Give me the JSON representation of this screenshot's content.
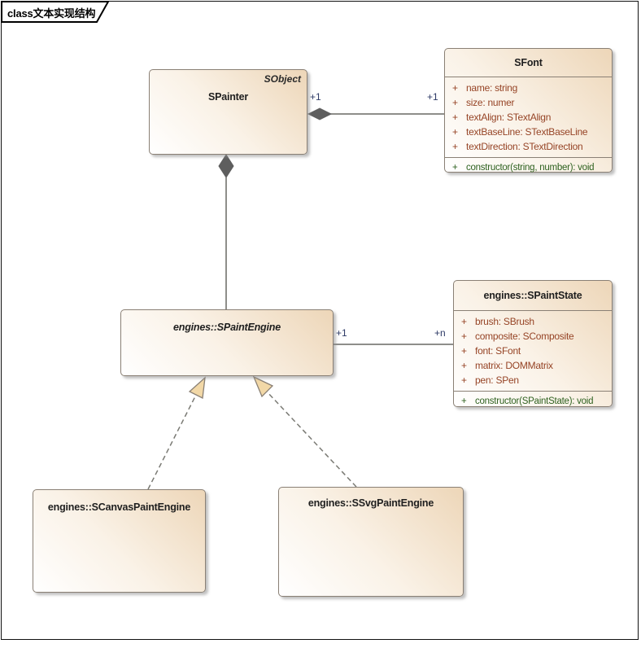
{
  "frame": {
    "title": "class文本实现结构"
  },
  "classes": {
    "spainter": {
      "name": "SPainter",
      "parent_annotation": "SObject"
    },
    "sfont": {
      "name": "SFont",
      "attributes": [
        {
          "vis": "+",
          "text": "name: string"
        },
        {
          "vis": "+",
          "text": "size: numer"
        },
        {
          "vis": "+",
          "text": "textAlign: STextAlign"
        },
        {
          "vis": "+",
          "text": "textBaseLine: STextBaseLine"
        },
        {
          "vis": "+",
          "text": "textDirection: STextDirection"
        }
      ],
      "operations": [
        {
          "vis": "+",
          "text": "constructor(string, number): void"
        }
      ]
    },
    "spaintengine": {
      "name": "engines::SPaintEngine",
      "abstract": true
    },
    "spaintstate": {
      "name": "engines::SPaintState",
      "attributes": [
        {
          "vis": "+",
          "text": "brush: SBrush"
        },
        {
          "vis": "+",
          "text": "composite: SComposite"
        },
        {
          "vis": "+",
          "text": "font: SFont"
        },
        {
          "vis": "+",
          "text": "matrix: DOMMatrix"
        },
        {
          "vis": "+",
          "text": "pen: SPen"
        }
      ],
      "operations": [
        {
          "vis": "+",
          "text": "constructor(SPaintState): void"
        }
      ]
    },
    "scanvaspaintengine": {
      "name": "engines::SCanvasPaintEngine"
    },
    "ssvgpaintengine": {
      "name": "engines::SSvgPaintEngine"
    }
  },
  "connectors": {
    "spainter_sfont": {
      "type": "composition",
      "source_label": "+1",
      "target_label": "+1"
    },
    "spainter_spaintengine": {
      "type": "composition"
    },
    "spaintengine_spaintstate": {
      "type": "association",
      "source_label": "+1",
      "target_label": "+n"
    },
    "scanvas_realizes_spaintengine": {
      "type": "realization"
    },
    "ssvg_realizes_spaintengine": {
      "type": "realization"
    }
  },
  "colors": {
    "attribute_text": "#964426",
    "operation_text": "#2e611f",
    "multiplicity_text": "#2d3a66",
    "box_border": "#8a8075",
    "box_fill": "#edd6b8",
    "connector": "#696964",
    "diamond_fill": "#5e5e5e",
    "triangle_fill": "#f2d8a7"
  }
}
